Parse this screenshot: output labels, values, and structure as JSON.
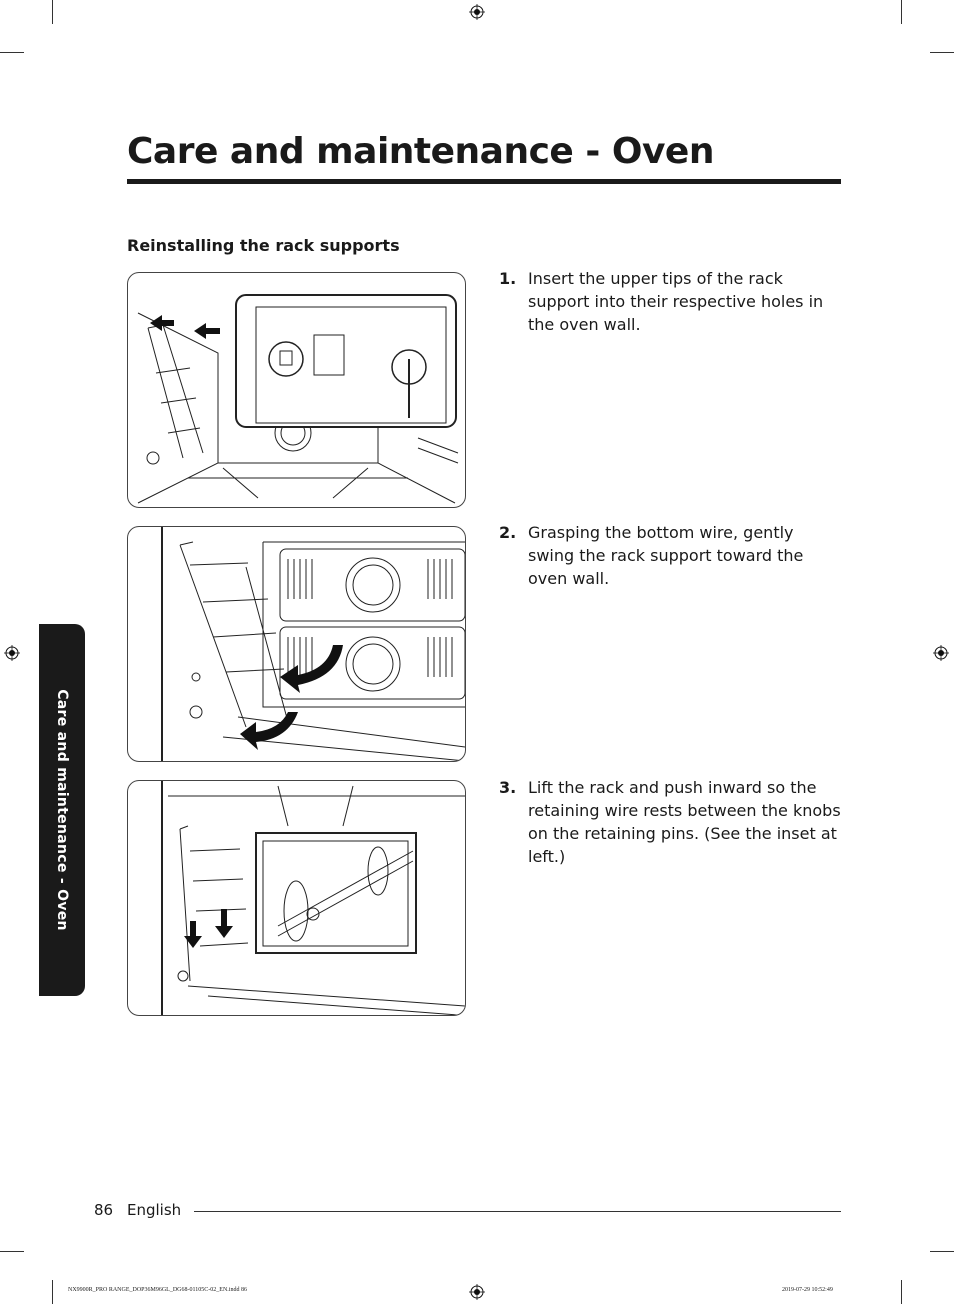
{
  "page": {
    "title": "Care and maintenance - Oven",
    "section_heading": "Reinstalling the rack supports",
    "side_tab": "Care and maintenance - Oven"
  },
  "steps": [
    {
      "number": "1.",
      "text": "Insert the upper tips of the rack support into their respective holes in the oven wall."
    },
    {
      "number": "2.",
      "text": "Grasping the bottom wire, gently swing the rack support toward the oven wall."
    },
    {
      "number": "3.",
      "text": "Lift the rack and push inward so the retaining wire rests between the knobs on the retaining pins. (See the inset at left.)"
    }
  ],
  "footer": {
    "page_number": "86",
    "language": "English",
    "slug_left": "NX9900R_PRO RANGE_DOP36M96GL_DG68-01105C-02_EN.indd   86",
    "slug_right": "2019-07-29   10:52:49"
  },
  "icons": {
    "registration_mark": "registration-target-icon",
    "arrow": "arrow-icon",
    "curved_arrow": "curved-arrow-icon"
  }
}
